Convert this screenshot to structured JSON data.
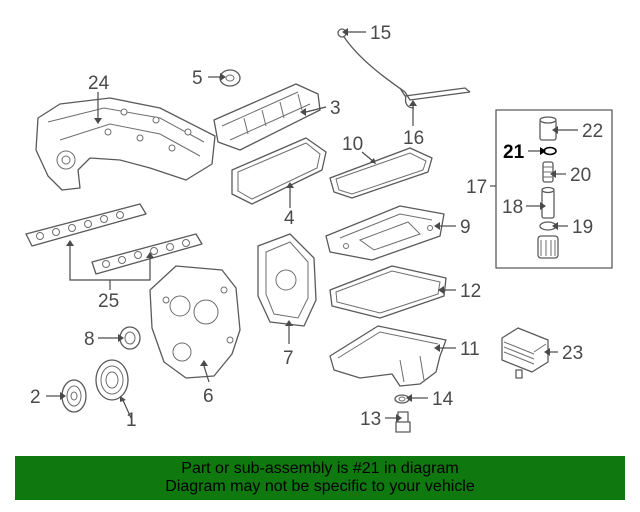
{
  "diagram": {
    "highlighted_part": "21",
    "callouts": [
      "1",
      "2",
      "3",
      "4",
      "5",
      "6",
      "7",
      "8",
      "9",
      "10",
      "11",
      "12",
      "13",
      "14",
      "15",
      "16",
      "17",
      "18",
      "19",
      "20",
      "21",
      "22",
      "23",
      "24",
      "25"
    ]
  },
  "banner": {
    "line1": "Part or sub-assembly is #21 in diagram",
    "line2": "Diagram may not be specific to your vehicle",
    "background_color": "#0f780f"
  }
}
